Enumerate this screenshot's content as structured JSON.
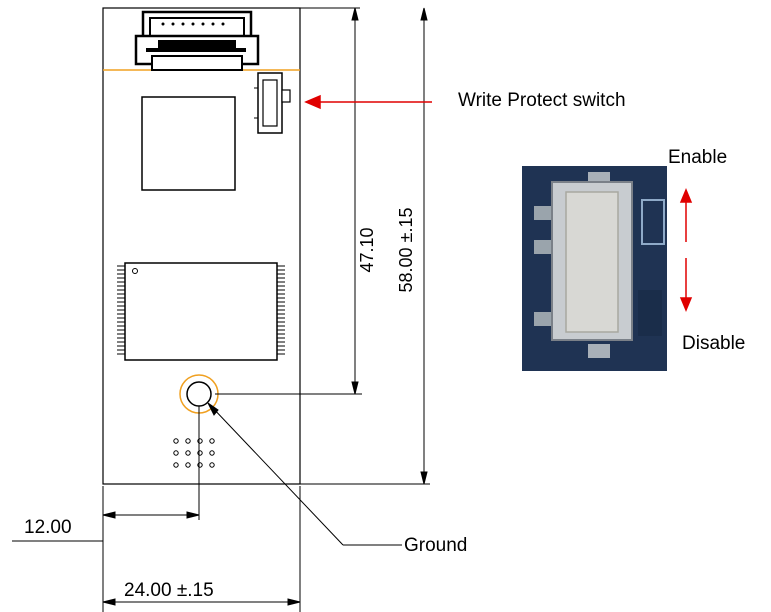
{
  "labels": {
    "write_protect": "Write Protect switch",
    "enable": "Enable",
    "disable": "Disable",
    "ground": "Ground"
  },
  "dimensions": {
    "height_to_ground": "47.10",
    "total_height": "58.00 ±.15",
    "half_width": "12.00",
    "total_width": "24.00 ±.15"
  },
  "colors": {
    "board_outline": "#000000",
    "accent_orange": "#f0a020",
    "arrow_red": "#e00000",
    "photo_bg": "#1a2d4a"
  }
}
